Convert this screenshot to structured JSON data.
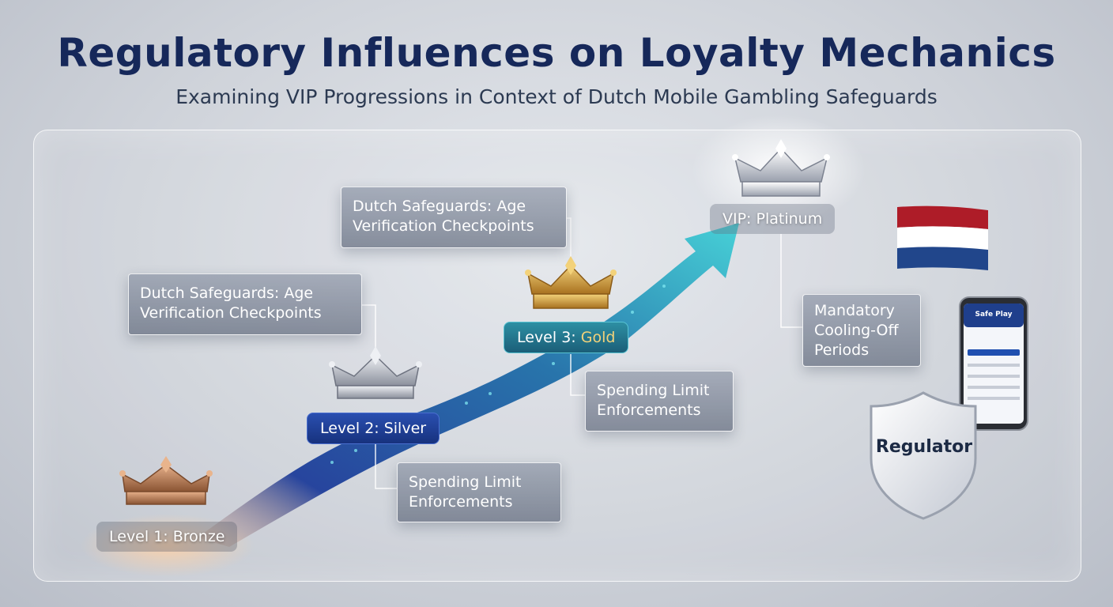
{
  "header": {
    "title": "Regulatory Influences on Loyalty Mechanics",
    "subtitle": "Examining VIP Progressions in Context of Dutch Mobile Gambling Safeguards"
  },
  "levels": {
    "bronze": "Level 1: Bronze",
    "silver": "Level 2: Silver",
    "gold_prefix": "Level 3: ",
    "gold_word": "Gold",
    "platinum": "VIP: Platinum"
  },
  "cards": {
    "age1": {
      "line1": "Dutch Safeguards: Age",
      "line2": "Verification Checkpoints"
    },
    "age2": {
      "line1": "Dutch Safeguards: Age",
      "line2": "Verification Checkpoints"
    },
    "spend1": {
      "line1": "Spending Limit",
      "line2": "Enforcements"
    },
    "spend2": {
      "line1": "Spending Limit",
      "line2": "Enforcements"
    },
    "cooling": {
      "line1": "Mandatory",
      "line2": "Cooling-Off",
      "line3": "Periods"
    }
  },
  "badges": {
    "regulator": "Regulator",
    "phone_title": "Safe Play"
  },
  "icons": {
    "crowns": [
      "bronze-crown-icon",
      "silver-crown-icon",
      "gold-crown-icon",
      "platinum-crown-icon"
    ],
    "flag": "netherlands-flag-icon",
    "shield": "shield-icon",
    "phone": "smartphone-icon"
  },
  "colors": {
    "title": "#16285a",
    "bronze": "#c98a5c",
    "silver": "#b8bcc8",
    "gold": "#d9a544",
    "platinum": "#dfe3ea",
    "arrow_start": "#1e3d9a",
    "arrow_end": "#3fd0d6",
    "flag_red": "#ae1c28",
    "flag_white": "#ffffff",
    "flag_blue": "#21468b"
  }
}
